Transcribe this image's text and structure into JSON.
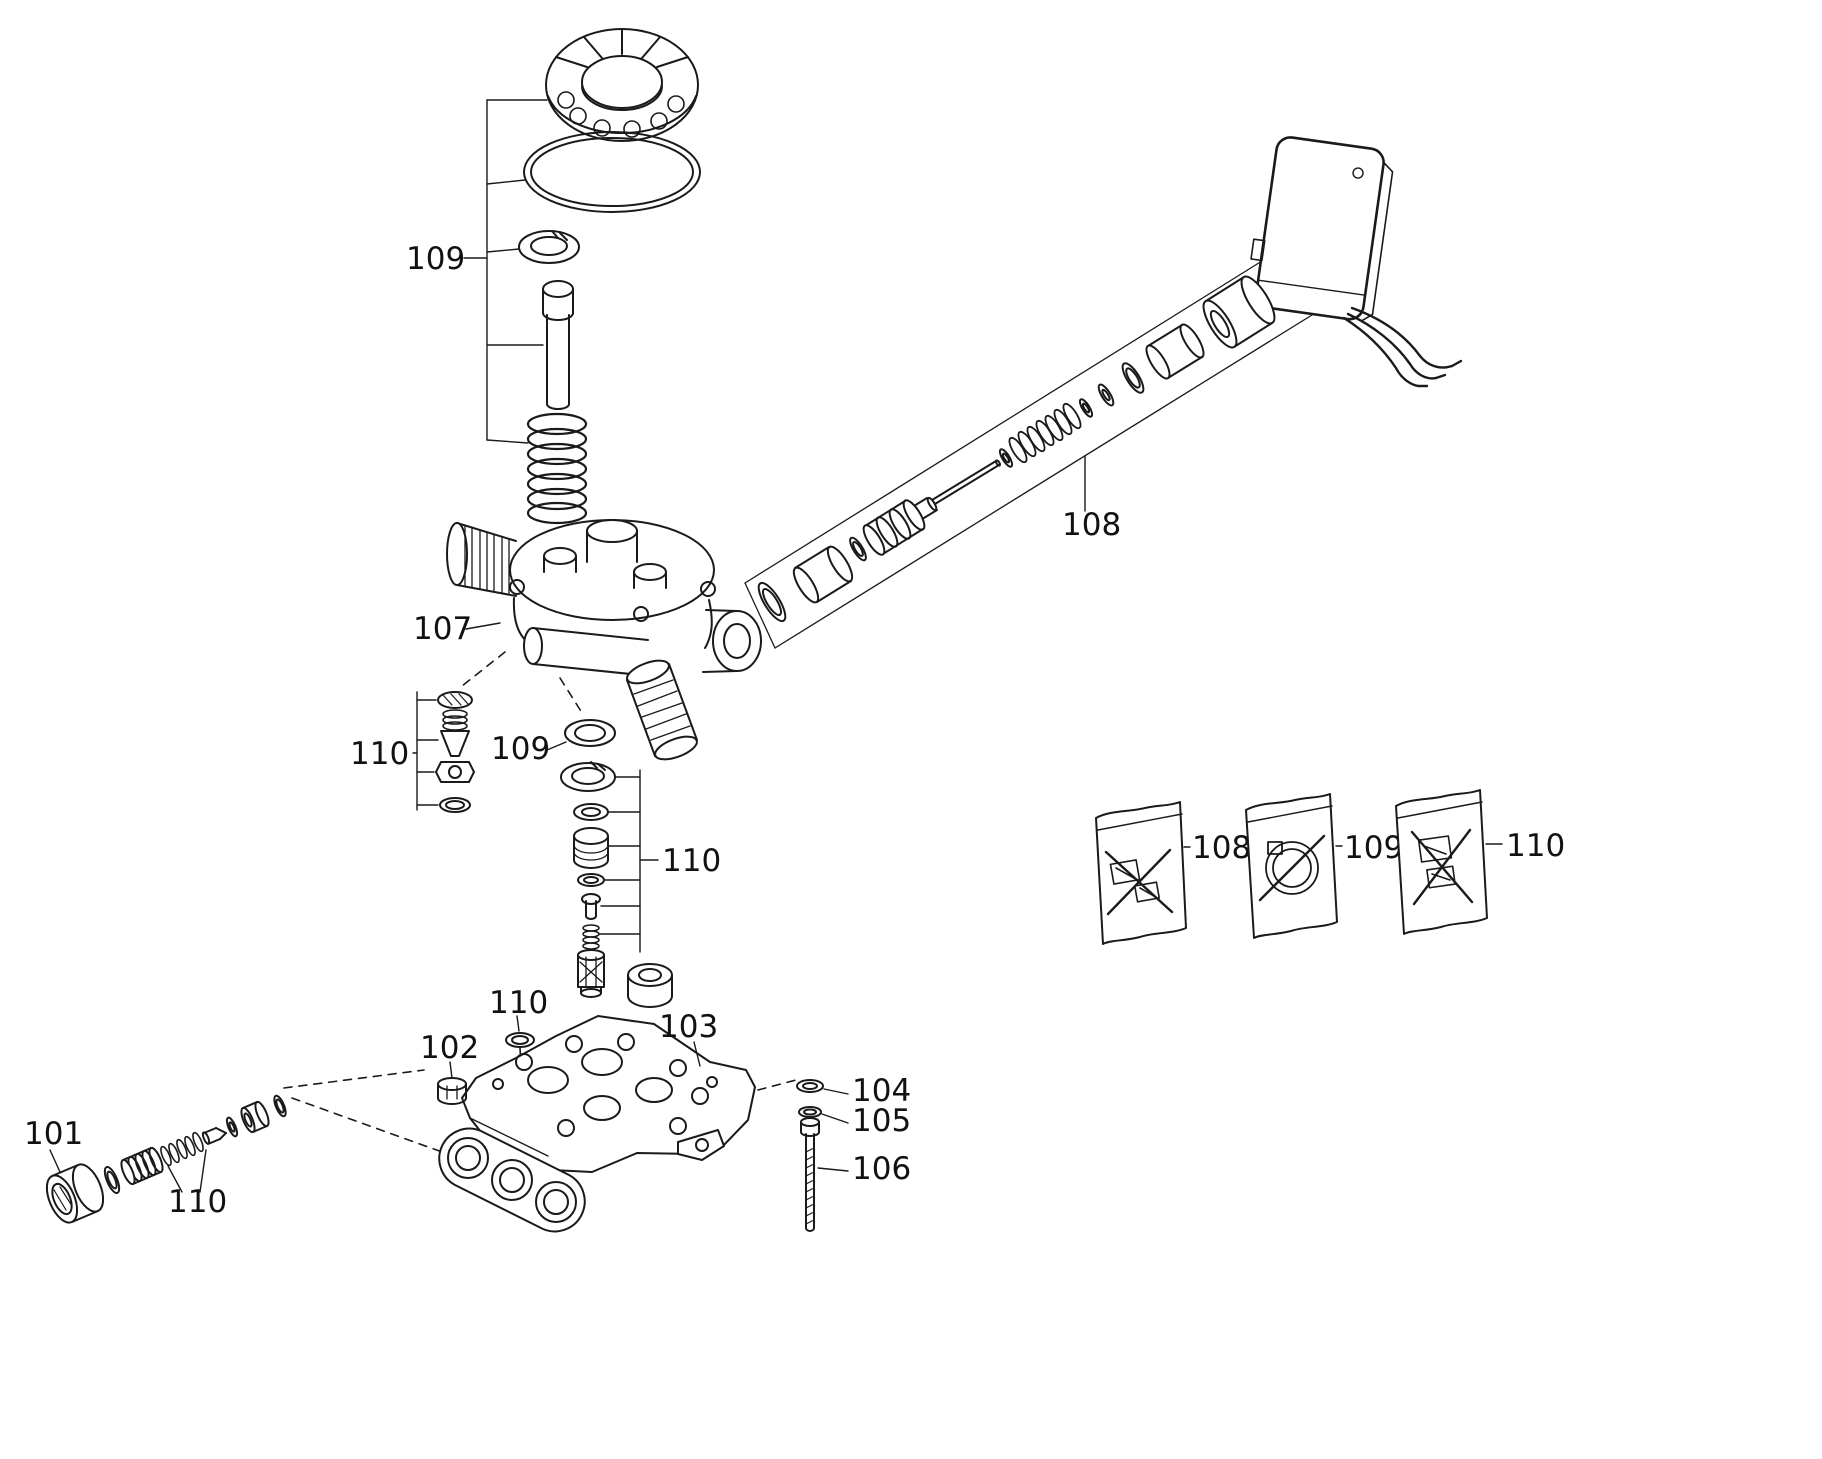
{
  "diagram": {
    "type": "exploded-parts-diagram",
    "background": "#ffffff",
    "line_color": "#1a1a1a",
    "labels": {
      "l109_top": "109",
      "l107": "107",
      "l108_axis": "108",
      "l110_check_valve": "110",
      "l109_seal": "109",
      "l110_seal_stack": "110",
      "l110_block_oring": "110",
      "l102": "102",
      "l103": "103",
      "l101": "101",
      "l110_bottom_left": "110",
      "l104": "104",
      "l105": "105",
      "l106": "106",
      "l108_bag": "108",
      "l109_bag": "109",
      "l110_bag": "110"
    }
  }
}
